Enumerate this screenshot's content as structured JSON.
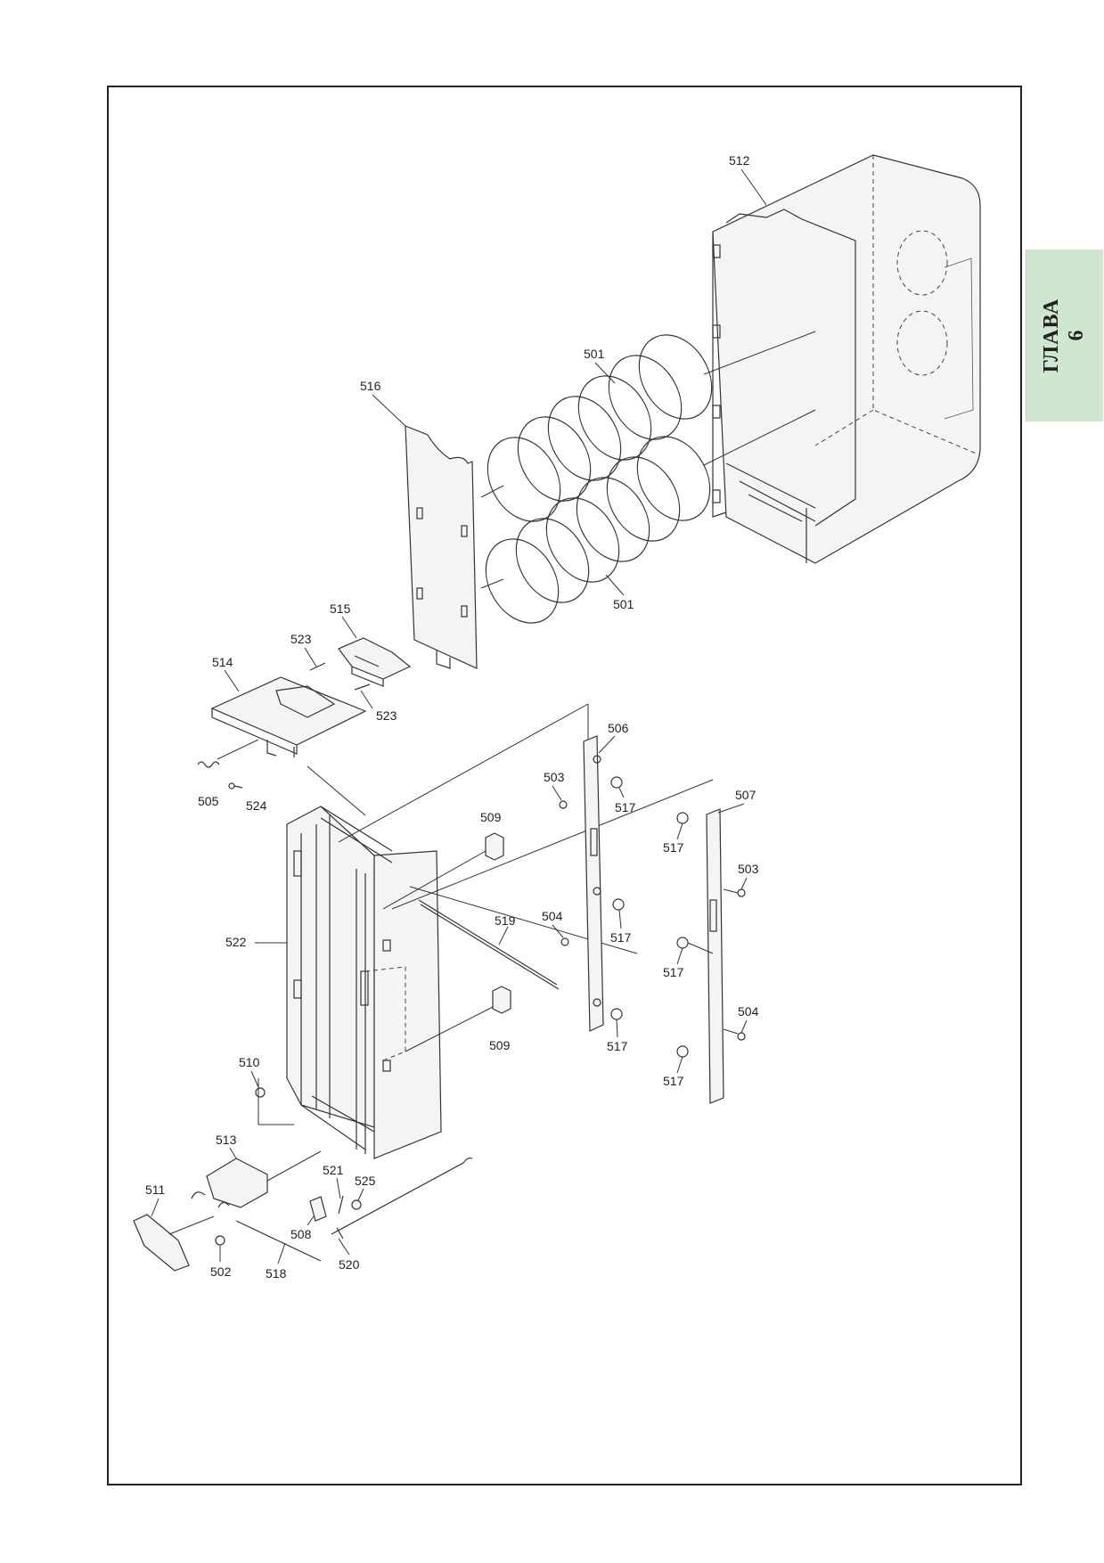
{
  "side_tab": {
    "title": "ГЛАВА",
    "number": "6",
    "color": "#cfe6cf"
  },
  "diagram": {
    "labels": {
      "p501a": "501",
      "p501b": "501",
      "p502": "502",
      "p503a": "503",
      "p503b": "503",
      "p504a": "504",
      "p504b": "504",
      "p505": "505",
      "p506": "506",
      "p507": "507",
      "p508": "508",
      "p509a": "509",
      "p509b": "509",
      "p510": "510",
      "p511": "511",
      "p512": "512",
      "p513": "513",
      "p514": "514",
      "p515": "515",
      "p516": "516",
      "p517a": "517",
      "p517b": "517",
      "p517c": "517",
      "p517d": "517",
      "p517e": "517",
      "p517f": "517",
      "p518": "518",
      "p519": "519",
      "p520": "520",
      "p521": "521",
      "p522": "522",
      "p523a": "523",
      "p523b": "523",
      "p524": "524",
      "p525": "525"
    }
  }
}
